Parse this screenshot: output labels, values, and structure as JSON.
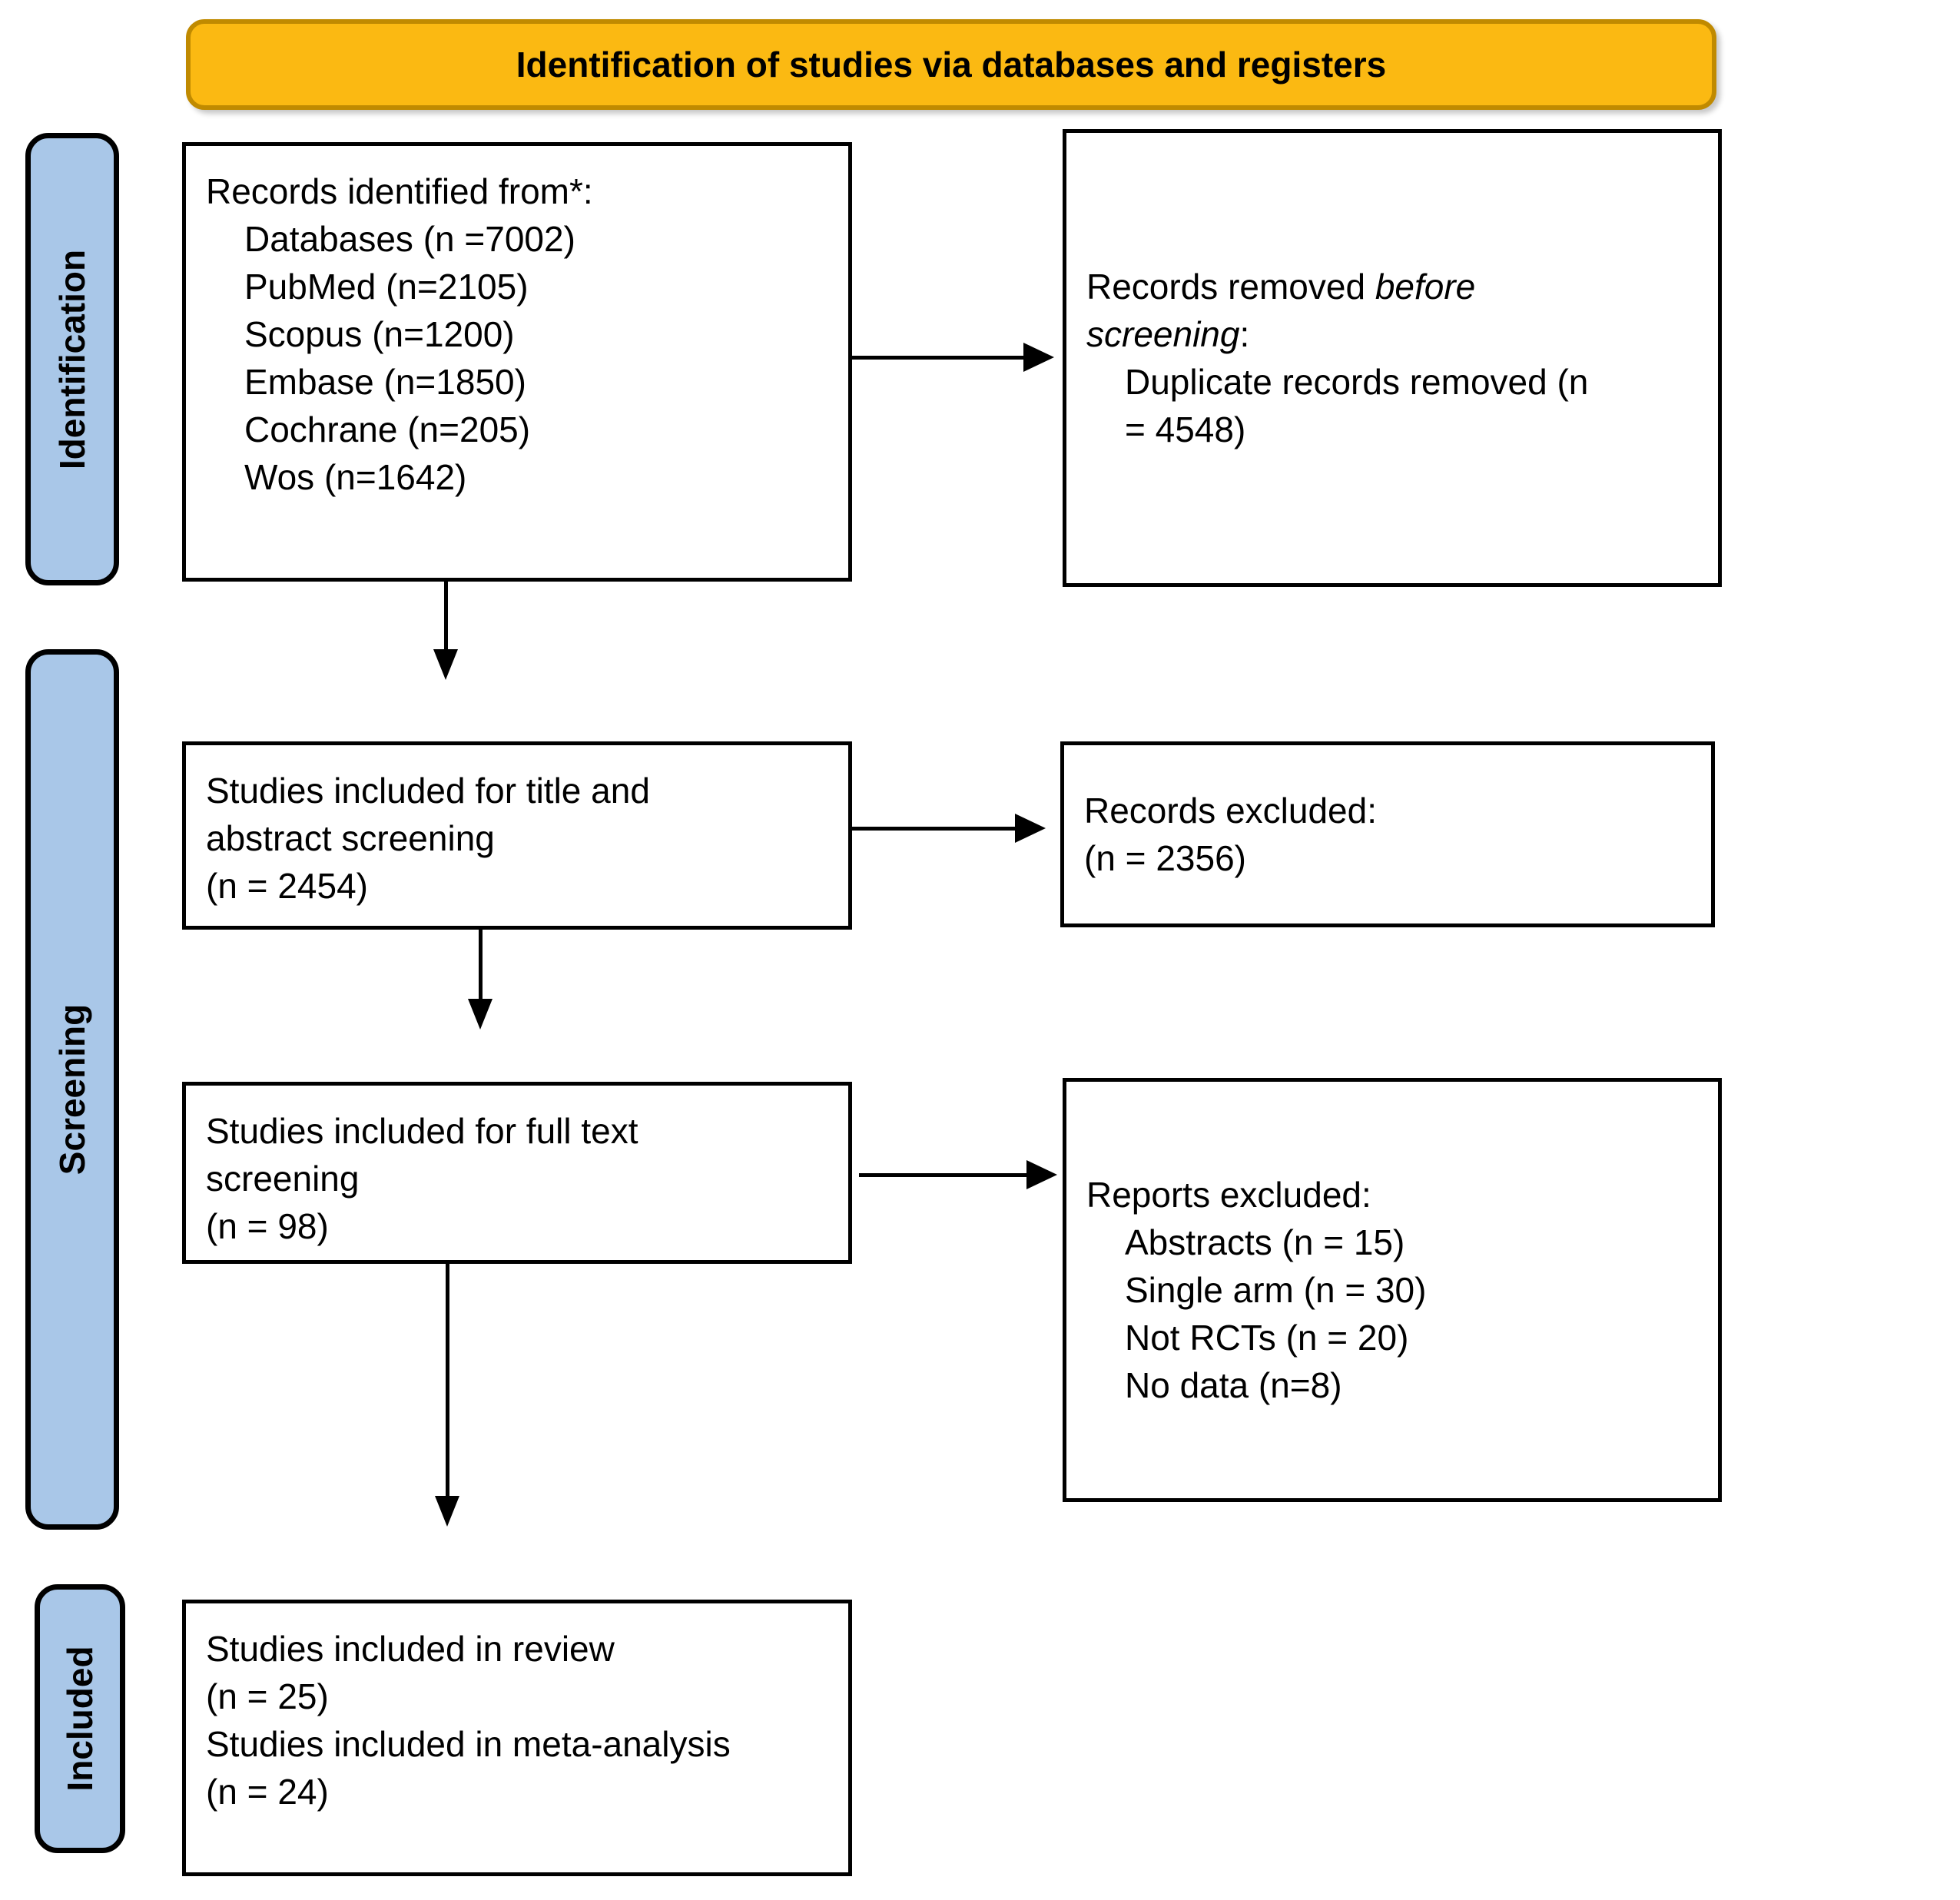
{
  "header": {
    "title": "Identification of studies via databases and registers"
  },
  "sidebar": {
    "identification": "Identification",
    "screening": "Screening",
    "included": "Included"
  },
  "boxes": {
    "records_identified": {
      "title": "Records identified from*:",
      "items": [
        "Databases (n =7002)",
        "PubMed (n=2105)",
        "Scopus (n=1200)",
        "Embase (n=1850)",
        "Cochrane (n=205)",
        "Wos (n=1642)"
      ]
    },
    "records_removed": {
      "line1_normal": "Records removed ",
      "line1_italic": "before",
      "line2_italic": "screening",
      "line2_normal": ":",
      "items": [
        "Duplicate records removed (n",
        "= 4548)"
      ]
    },
    "title_abstract_screening": {
      "lines": [
        "Studies included for title and",
        "abstract screening",
        "(n = 2454)"
      ]
    },
    "records_excluded": {
      "lines": [
        "Records excluded:",
        "(n = 2356)"
      ]
    },
    "full_text_screening": {
      "lines": [
        "Studies included for full text",
        "screening",
        "(n = 98)"
      ]
    },
    "reports_excluded": {
      "title": "Reports excluded:",
      "items": [
        "Abstracts (n = 15)",
        "Single arm (n = 30)",
        "Not RCTs (n = 20)",
        "No data (n=8)"
      ]
    },
    "included_review": {
      "lines": [
        "Studies included in review",
        "(n = 25)",
        "Studies included in meta-analysis",
        "(n = 24)"
      ]
    }
  },
  "colors": {
    "header_fill": "#FBB912",
    "header_border": "#C08A00",
    "sidebar_fill": "#A9C7E8",
    "box_border": "#000000",
    "arrow": "#000000"
  }
}
